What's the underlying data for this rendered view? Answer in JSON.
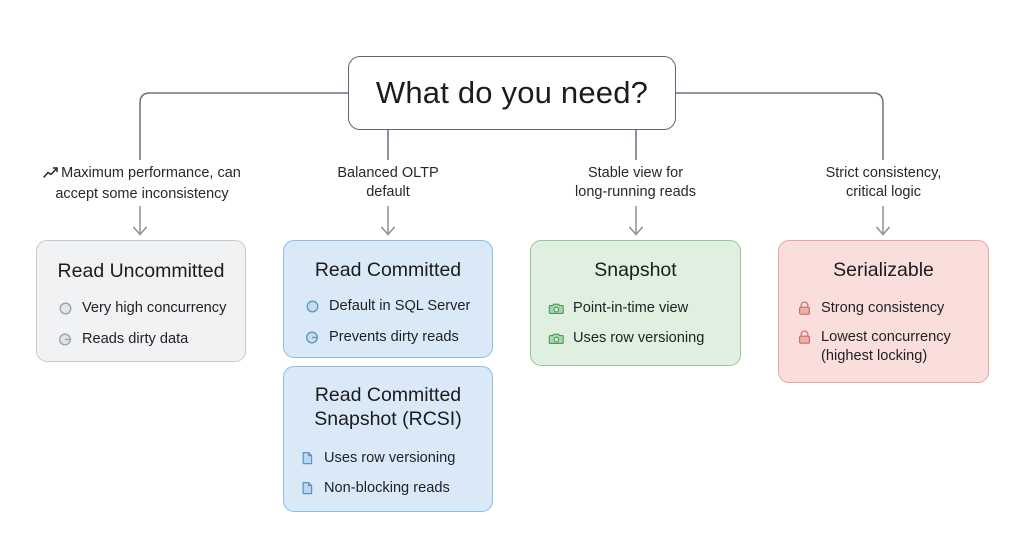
{
  "diagram": {
    "title": "SQL Server isolation level decision flowchart",
    "background": "#ffffff",
    "root": {
      "label": "What do you need?",
      "border_color": "#5f6673",
      "fill_color": "#ffffff"
    },
    "branches": [
      {
        "id": "read-uncommitted",
        "edge_label_icon": "trending-up-icon",
        "edge_label": "Maximum performance, can accept some inconsistency",
        "edge_label_line1": "Maximum performance, can",
        "edge_label_line2": "accept some inconsistency",
        "title": "Read Uncommitted",
        "accent": "#c6c9cc",
        "fill": "#f1f2f3",
        "bullet_icon": "gauge-icon",
        "bullets": [
          "Very high concurrency",
          "Reads dirty data"
        ]
      },
      {
        "id": "read-committed",
        "edge_label": "Balanced OLTP default",
        "edge_label_line1": "Balanced OLTP",
        "edge_label_line2": "default",
        "title": "Read Committed",
        "accent": "#8dbde4",
        "fill": "#d9e9f7",
        "bullet_icon": "gauge-icon",
        "bullets": [
          "Default in SQL Server",
          "Prevents dirty reads"
        ],
        "sub_card": {
          "id": "rcsi",
          "title_line1": "Read Committed",
          "title_line2": "Snapshot (RCSI)",
          "title": "Read Committed Snapshot (RCSI)",
          "accent": "#8dbde4",
          "fill": "#d9e9f7",
          "bullet_icon": "document-icon",
          "bullets": [
            "Uses row versioning",
            "Non-blocking reads"
          ]
        }
      },
      {
        "id": "snapshot",
        "edge_label": "Stable view for long-running reads",
        "edge_label_line1": "Stable view for",
        "edge_label_line2": "long-running reads",
        "title": "Snapshot",
        "accent": "#94c79a",
        "fill": "#dff0e0",
        "bullet_icon": "camera-icon",
        "bullets": [
          "Point-in-time view",
          "Uses row versioning"
        ]
      },
      {
        "id": "serializable",
        "edge_label": "Strict consistency, critical logic",
        "edge_label_line1": "Strict consistency,",
        "edge_label_line2": "critical logic",
        "title": "Serializable",
        "accent": "#e9a6a0",
        "fill": "#fadedc",
        "bullet_icon": "lock-icon",
        "bullets": [
          "Strong consistency",
          "Lowest concurrency (highest locking)"
        ],
        "bullets_wrapped": [
          [
            "Strong consistency"
          ],
          [
            "Lowest concurrency",
            "(highest locking)"
          ]
        ]
      }
    ],
    "connector": {
      "color": "#6b7280",
      "arrow_color": "#8a8f98"
    }
  }
}
